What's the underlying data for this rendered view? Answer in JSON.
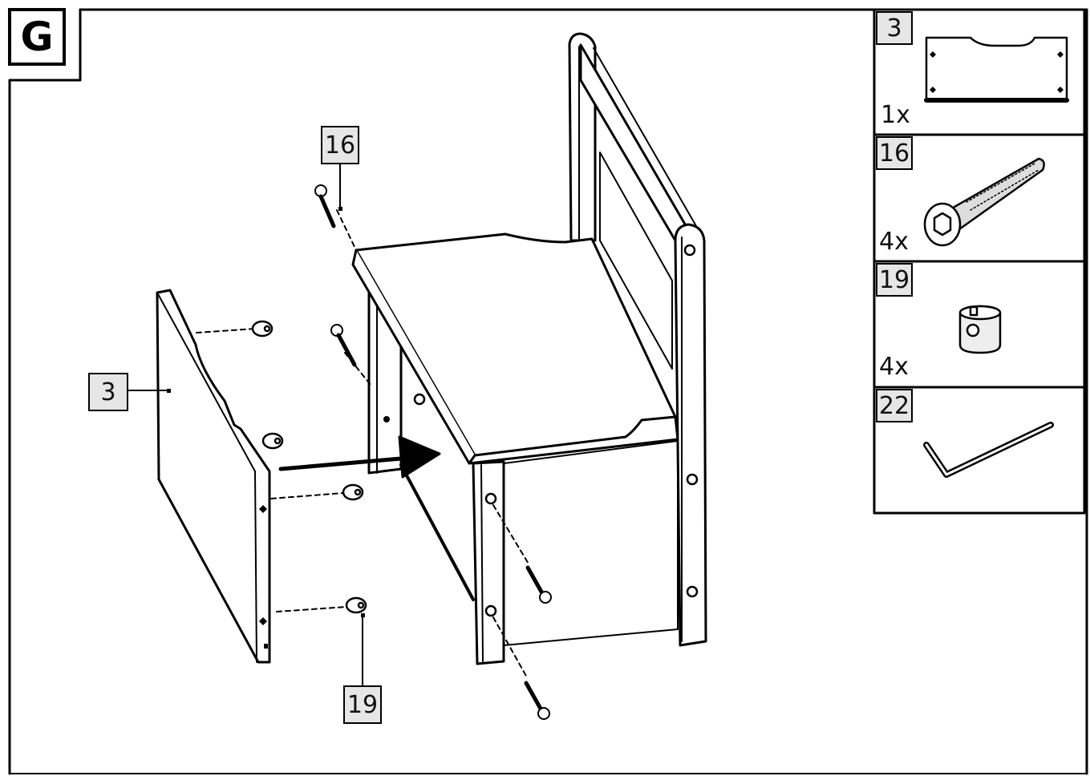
{
  "step": {
    "letter": "G"
  },
  "callouts": {
    "part3": "3",
    "screw16": "16",
    "barrel19": "19"
  },
  "parts_list": [
    {
      "number": "3",
      "quantity": "1x",
      "icon": "panel-icon"
    },
    {
      "number": "16",
      "quantity": "4x",
      "icon": "bolt-icon"
    },
    {
      "number": "19",
      "quantity": "4x",
      "icon": "barrel-nut-icon"
    },
    {
      "number": "22",
      "quantity": "",
      "icon": "allen-key-icon"
    }
  ]
}
